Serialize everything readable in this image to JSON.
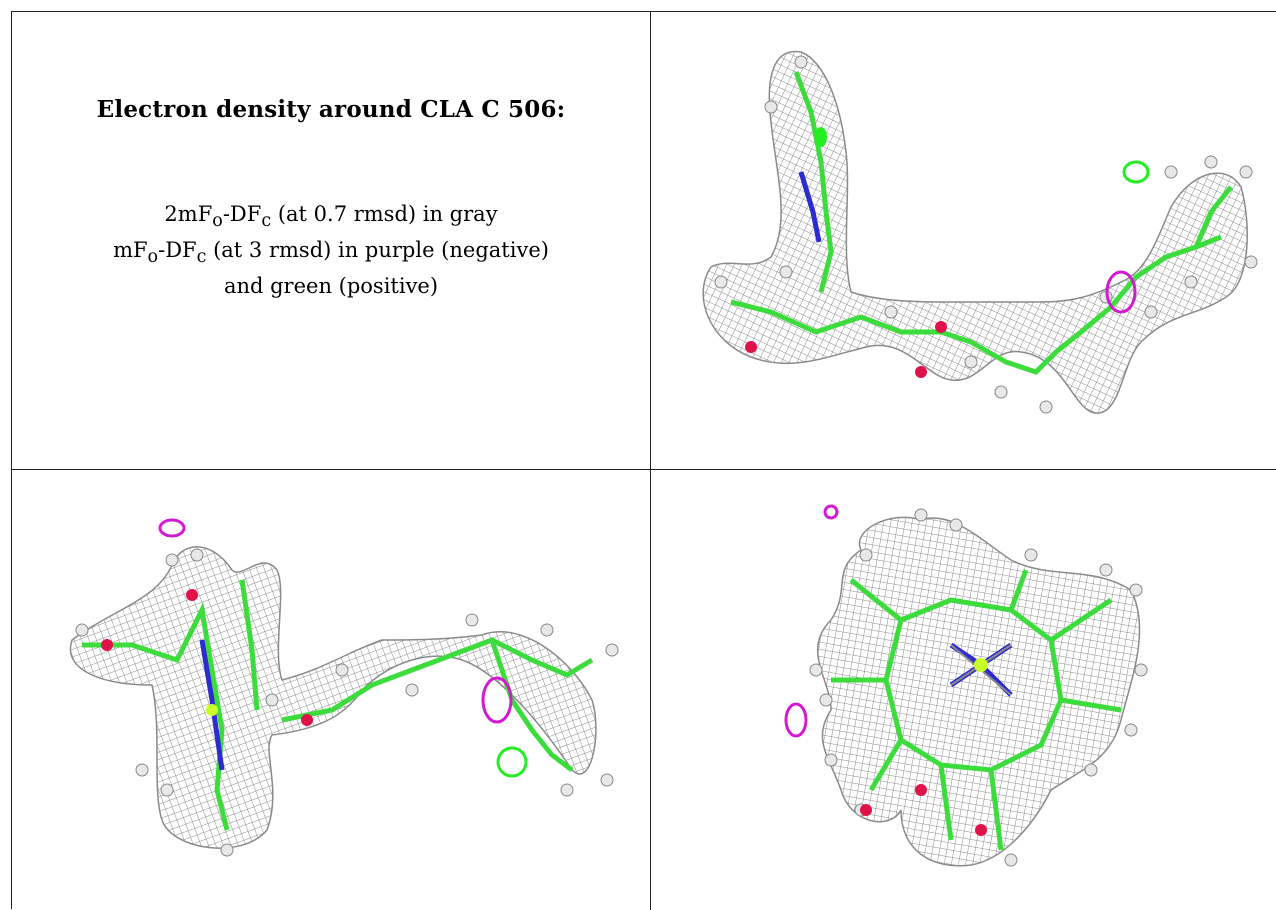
{
  "caption": {
    "title": "Electron density around CLA C 506:",
    "line1": {
      "a": "2mF",
      "b": "o",
      "c": "-DF",
      "d": "c",
      "e": " (at 0.7 rmsd) in gray"
    },
    "line2": {
      "a": "mF",
      "b": "o",
      "c": "-DF",
      "d": "c",
      "e": " (at 3 rmsd) in purple (negative)"
    },
    "line3": "and green (positive)"
  },
  "colors": {
    "mesh_gray": "#9a9a9a",
    "carbon_green": "#3ddc3d",
    "nitrogen_blue": "#2b2bd0",
    "oxygen_red": "#e0124a",
    "magnesium_yellow": "#c8ff2a",
    "hydrogen_white": "#e8e8e8",
    "negative_purple": "#d21ad2",
    "positive_green": "#22ee22"
  },
  "panels": [
    "molecule-view-top-right",
    "molecule-view-bottom-left",
    "molecule-view-bottom-right"
  ]
}
